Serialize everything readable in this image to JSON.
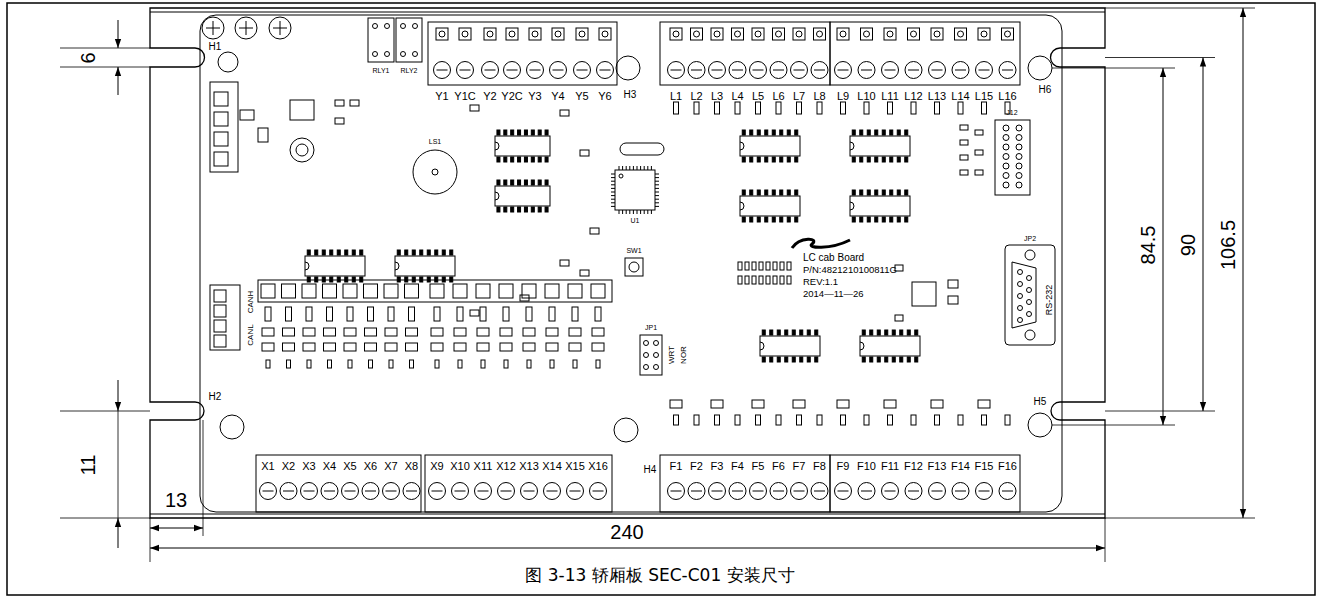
{
  "diagram": {
    "caption": "图 3-13 轿厢板 SEC-C01 安装尺寸",
    "labels": [
      "6",
      "11",
      "13",
      "240",
      "84.5",
      "90",
      "106.5",
      "Y1",
      "Y1C",
      "Y2",
      "Y2C",
      "Y3",
      "Y4",
      "Y5",
      "Y6",
      "L1",
      "L2",
      "L3",
      "L4",
      "L5",
      "L6",
      "L7",
      "L8",
      "L9",
      "L10",
      "L11",
      "L12",
      "L13",
      "L14",
      "L15",
      "L16",
      "X1",
      "X2",
      "X3",
      "X4",
      "X5",
      "X6",
      "X7",
      "X8",
      "X9",
      "X10",
      "X11",
      "X12",
      "X13",
      "X14",
      "X15",
      "X16",
      "F1",
      "F2",
      "F3",
      "F4",
      "F5",
      "F6",
      "F7",
      "F8",
      "F9",
      "F10",
      "F11",
      "F12",
      "F13",
      "F14",
      "F15",
      "F16",
      "H1",
      "H2",
      "H3",
      "H4",
      "H5",
      "H6",
      "LC cab Board",
      "P/N:4821210100811G",
      "REV:1.1",
      "2014—11—26",
      "RS-232",
      "WRT",
      "NOR",
      "CANL",
      "CANH",
      "J12",
      "JP2",
      "U1",
      "RLY1",
      "RLY2",
      "LS1",
      "SW1",
      "JP1"
    ]
  }
}
